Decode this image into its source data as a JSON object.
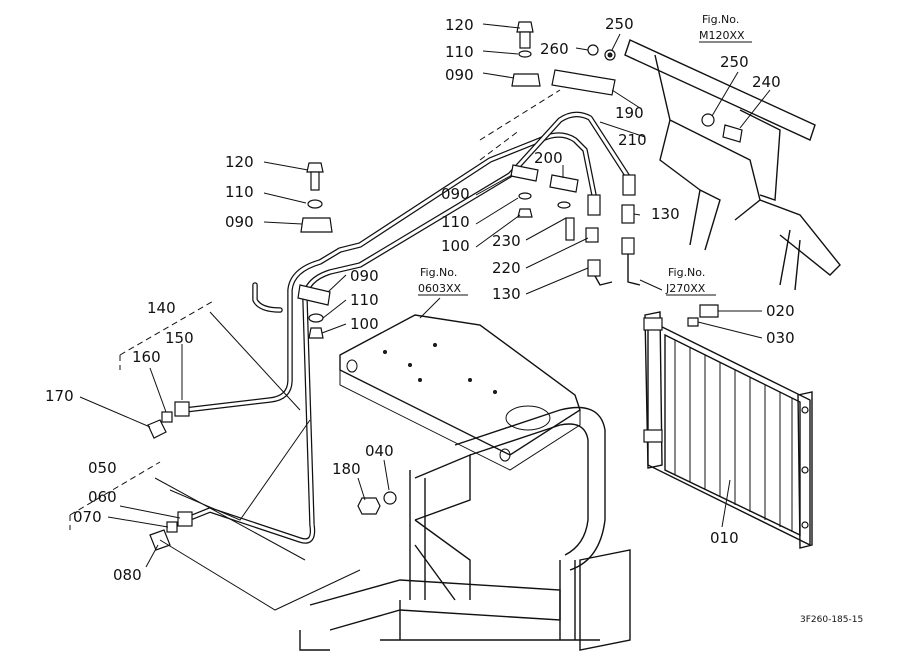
{
  "diagram": {
    "drawing_code": "3F260-185-15",
    "part_labels": {
      "p120a": "120",
      "p110a": "110",
      "p090a": "090",
      "p260": "260",
      "p250a": "250",
      "p250b": "250",
      "p240": "240",
      "p190": "190",
      "p210": "210",
      "p200": "200",
      "p120b": "120",
      "p110b": "110",
      "p090b": "090",
      "p090c": "090",
      "p110c": "110",
      "p100a": "100",
      "p230": "230",
      "p220": "220",
      "p130a": "130",
      "p130b": "130",
      "p090d": "090",
      "p110d": "110",
      "p100b": "100",
      "p140": "140",
      "p150": "150",
      "p160": "160",
      "p170": "170",
      "p050": "050",
      "p060": "060",
      "p070": "070",
      "p080": "080",
      "p180": "180",
      "p040": "040",
      "p020": "020",
      "p030": "030",
      "p010": "010"
    },
    "figure_refs": [
      {
        "label": "Fig.No.",
        "code": "M120XX"
      },
      {
        "label": "Fig.No.",
        "code": "0603XX"
      },
      {
        "label": "Fig.No.",
        "code": "J270XX"
      }
    ]
  }
}
